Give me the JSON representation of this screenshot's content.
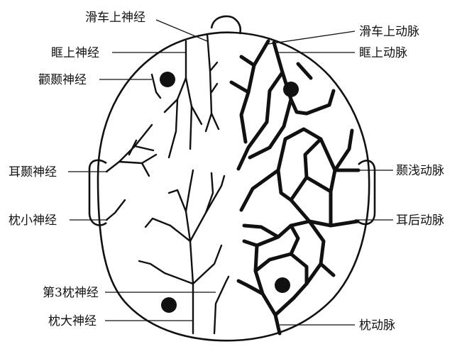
{
  "diagram": {
    "left_labels": {
      "supratrochlear_nerve": "滑车上神经",
      "supraorbital_nerve": "眶上神经",
      "zygomaticotemporal_nerve": "颧颞神经",
      "auriculotemporal_nerve": "耳颞神经",
      "lesser_occipital_nerve": "枕小神经",
      "third_occipital_nerve": "第3枕神经",
      "greater_occipital_nerve": "枕大神经"
    },
    "right_labels": {
      "supratrochlear_artery": "滑车上动脉",
      "supraorbital_artery": "眶上动脉",
      "superficial_temporal_artery": "颞浅动脉",
      "posterior_auricular_artery": "耳后动脉",
      "occipital_artery": "枕动脉"
    }
  }
}
